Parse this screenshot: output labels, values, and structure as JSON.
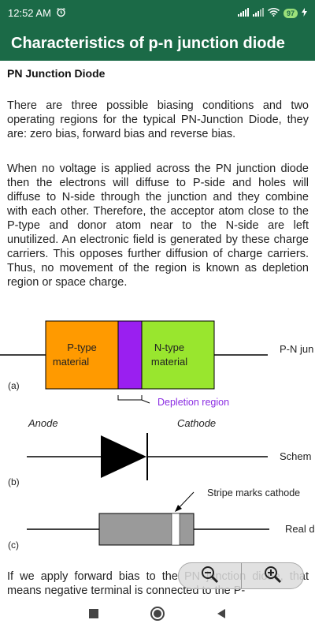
{
  "status_bar": {
    "time": "12:52 AM",
    "battery": "97"
  },
  "app_bar": {
    "title": "Characteristics of p-n junction diode"
  },
  "content": {
    "heading": "PN Junction Diode",
    "paragraph1": "There are three possible  biasing  conditions and two operating regions for the typical PN-Junction Diode, they are: zero bias, forward bias and reverse bias.",
    "paragraph2": "When no voltage is applied across the PN junction diode then the electrons will diffuse to P-side and holes will diffuse to N-side through the junction and they combine with each other. Therefore, the acceptor atom close to the P-type and donor atom near to the N-side are left unutilized. An electronic field is generated by these charge carriers. This opposes further diffusion of charge carriers. Thus, no movement of the region is known as depletion region or space charge.",
    "paragraph3": "If we apply forward bias to the PN junction diode, that means negative terminal is connected to the P-"
  },
  "diagram": {
    "p_label_1": "P-type",
    "p_label_2": "material",
    "n_label_1": "N-type",
    "n_label_2": "material",
    "pn_label": "P-N jun",
    "label_a": "(a)",
    "depletion_label": "Depletion region",
    "anode_label": "Anode",
    "cathode_label": "Cathode",
    "schematic_label": "Schem",
    "label_b": "(b)",
    "stripe_label": "Stripe marks cathode",
    "real_label": "Real d",
    "label_c": "(c)",
    "colors": {
      "p_region": "#ff9a00",
      "depletion": "#9a1ff0",
      "n_region": "#99e62e",
      "depletion_text": "#8a2be2"
    }
  },
  "zoom_controls": {
    "zoom_out_icon": "zoom-out-icon",
    "zoom_in_icon": "zoom-in-icon"
  },
  "nav_bar": {
    "icons": [
      "recents-icon",
      "home-icon",
      "back-icon"
    ]
  }
}
